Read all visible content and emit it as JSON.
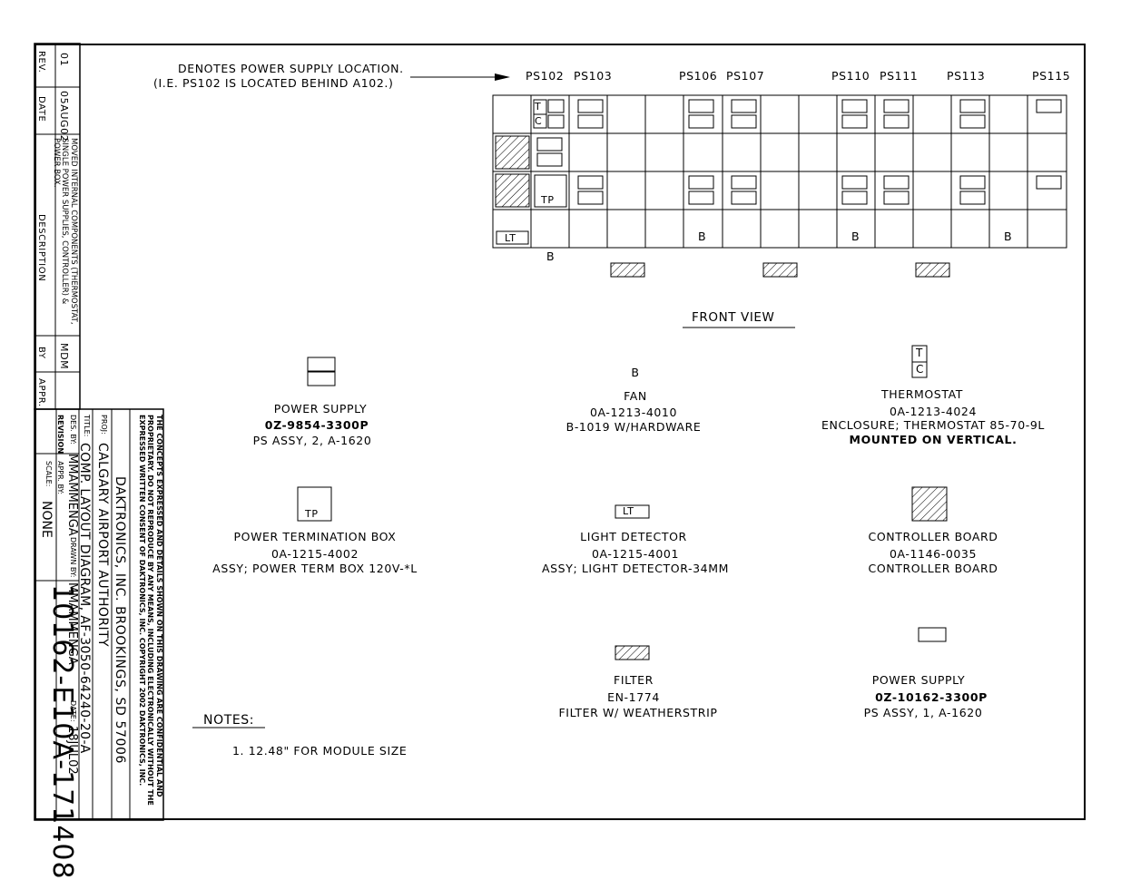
{
  "revision_block": {
    "headers": {
      "rev": "REV.",
      "date": "DATE",
      "description": "DESCRIPTION",
      "by": "BY",
      "appr": "APPR."
    },
    "row": {
      "rev": "01",
      "date": "05AUG02",
      "description": "MOVED INTERNAL COMPONENTS (THERMOSTAT, SINGLE POWER SUPPLIES, CONTROLLER) & POWER BOX.",
      "by": "MDM",
      "appr": ""
    }
  },
  "title_block": {
    "confidential": "THE CONCEPTS EXPRESSED AND DETAILS SHOWN ON THIS DRAWING ARE CONFIDENTIAL AND PROPRIETARY. DO NOT REPRODUCE BY ANY MEANS, INCLUDING ELECTRONICALLY WITHOUT THE EXPRESSED WRITTEN CONSENT OF DAKTRONICS, INC. COPYRIGHT 2002 DAKTRONICS, INC.",
    "company": "DAKTRONICS, INC. BROOKINGS, SD 57006",
    "proj_label": "PROJ:",
    "proj": "CALGARY AIRPORT AUTHORITY",
    "title_label": "TITLE:",
    "title": "COMP. LAYOUT DIAGRAM, AF-3050-64240-20-A",
    "des_by_label": "DES. BY:",
    "des_by": "MMAMMENGA",
    "drawn_by_label": "DRAWN BY:",
    "drawn_by": "MMAMMENGA",
    "date_label": "DATE:",
    "date": "18JUL02",
    "revision_label": "REVISION",
    "appr_by_label": "APPR. BY:",
    "scale_label": "SCALE:",
    "scale": "NONE",
    "drawing_number": "10162-E10A-171408"
  },
  "diagram": {
    "denotes_line1": "DENOTES POWER SUPPLY LOCATION.",
    "denotes_line2": "(I.E. PS102 IS LOCATED BEHIND A102.)",
    "ps_labels": [
      "PS102",
      "PS103",
      "PS106",
      "PS107",
      "PS110",
      "PS111",
      "PS113",
      "PS115"
    ],
    "grid_labels": {
      "lt": "LT",
      "tp": "TP",
      "t": "T",
      "c": "C",
      "b": "B"
    },
    "front_view": "FRONT VIEW"
  },
  "legend": {
    "power_supply_2": {
      "name": "POWER SUPPLY",
      "part": "0Z-9854-3300P",
      "desc": "PS ASSY, 2, A-1620"
    },
    "fan": {
      "symbol": "B",
      "name": "FAN",
      "part": "0A-1213-4010",
      "desc": "B-1019 W/HARDWARE"
    },
    "thermostat": {
      "symbol_t": "T",
      "symbol_c": "C",
      "name": "THERMOSTAT",
      "part": "0A-1213-4024",
      "desc": "ENCLOSURE; THERMOSTAT 85-70-9L",
      "note": "MOUNTED ON VERTICAL."
    },
    "power_term": {
      "symbol": "TP",
      "name": "POWER TERMINATION BOX",
      "part": "0A-1215-4002",
      "desc": "ASSY; POWER TERM BOX 120V-*L"
    },
    "light_detector": {
      "symbol": "LT",
      "name": "LIGHT DETECTOR",
      "part": "0A-1215-4001",
      "desc": "ASSY; LIGHT DETECTOR-34MM"
    },
    "controller": {
      "name": "CONTROLLER BOARD",
      "part": "0A-1146-0035",
      "desc": "CONTROLLER BOARD"
    },
    "filter": {
      "name": "FILTER",
      "part": "EN-1774",
      "desc": "FILTER W/ WEATHERSTRIP"
    },
    "power_supply_1": {
      "name": "POWER SUPPLY",
      "part": "0Z-10162-3300P",
      "desc": "PS ASSY, 1, A-1620"
    }
  },
  "notes": {
    "heading": "NOTES:",
    "items": [
      "1.   12.48\" FOR MODULE SIZE"
    ]
  }
}
